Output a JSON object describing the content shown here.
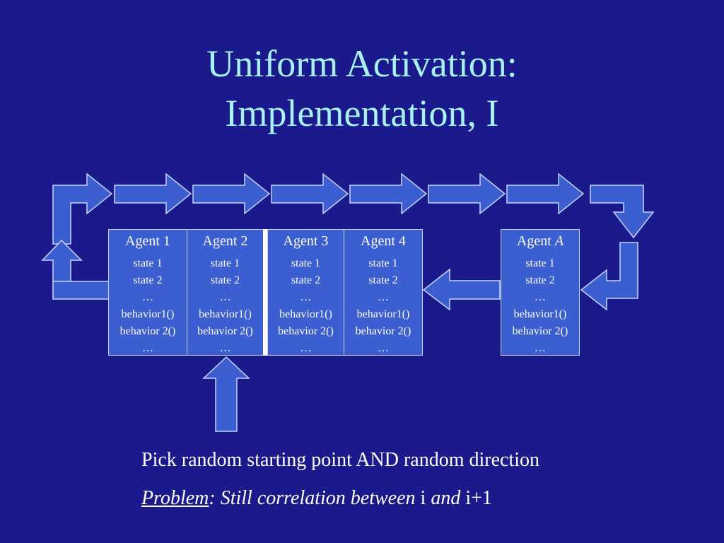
{
  "slide": {
    "title_line1": "Uniform Activation:",
    "title_line2": "Implementation, I"
  },
  "agents": [
    {
      "name": "Agent 1",
      "lines": [
        "state 1",
        "state 2",
        "…",
        "behavior1()",
        "behavior 2()",
        "…"
      ]
    },
    {
      "name": "Agent 2",
      "lines": [
        "state 1",
        "state 2",
        "…",
        "behavior1()",
        "behavior 2()",
        "…"
      ]
    },
    {
      "name": "Agent 3",
      "lines": [
        "state 1",
        "state 2",
        "…",
        "behavior1()",
        "behavior 2()",
        "…"
      ]
    },
    {
      "name": "Agent 4",
      "lines": [
        "state 1",
        "state 2",
        "…",
        "behavior1()",
        "behavior 2()",
        "…"
      ]
    },
    {
      "name_prefix": "Agent ",
      "name_var": "A",
      "lines": [
        "state 1",
        "state 2",
        "…",
        "behavior1()",
        "behavior 2()",
        "…"
      ]
    }
  ],
  "captions": {
    "line1": "Pick random starting point AND random direction",
    "problem_word": "Problem",
    "problem_rest1": ": Still correlation between ",
    "var_i": "i",
    "and_word": " and ",
    "var_i1": "i+1"
  },
  "colors": {
    "background": "#1a1a8c",
    "title": "#a8f0f4",
    "shape_fill": "#3b5fd0",
    "shape_stroke": "#c8d2ff",
    "divider": "#ffffff"
  }
}
